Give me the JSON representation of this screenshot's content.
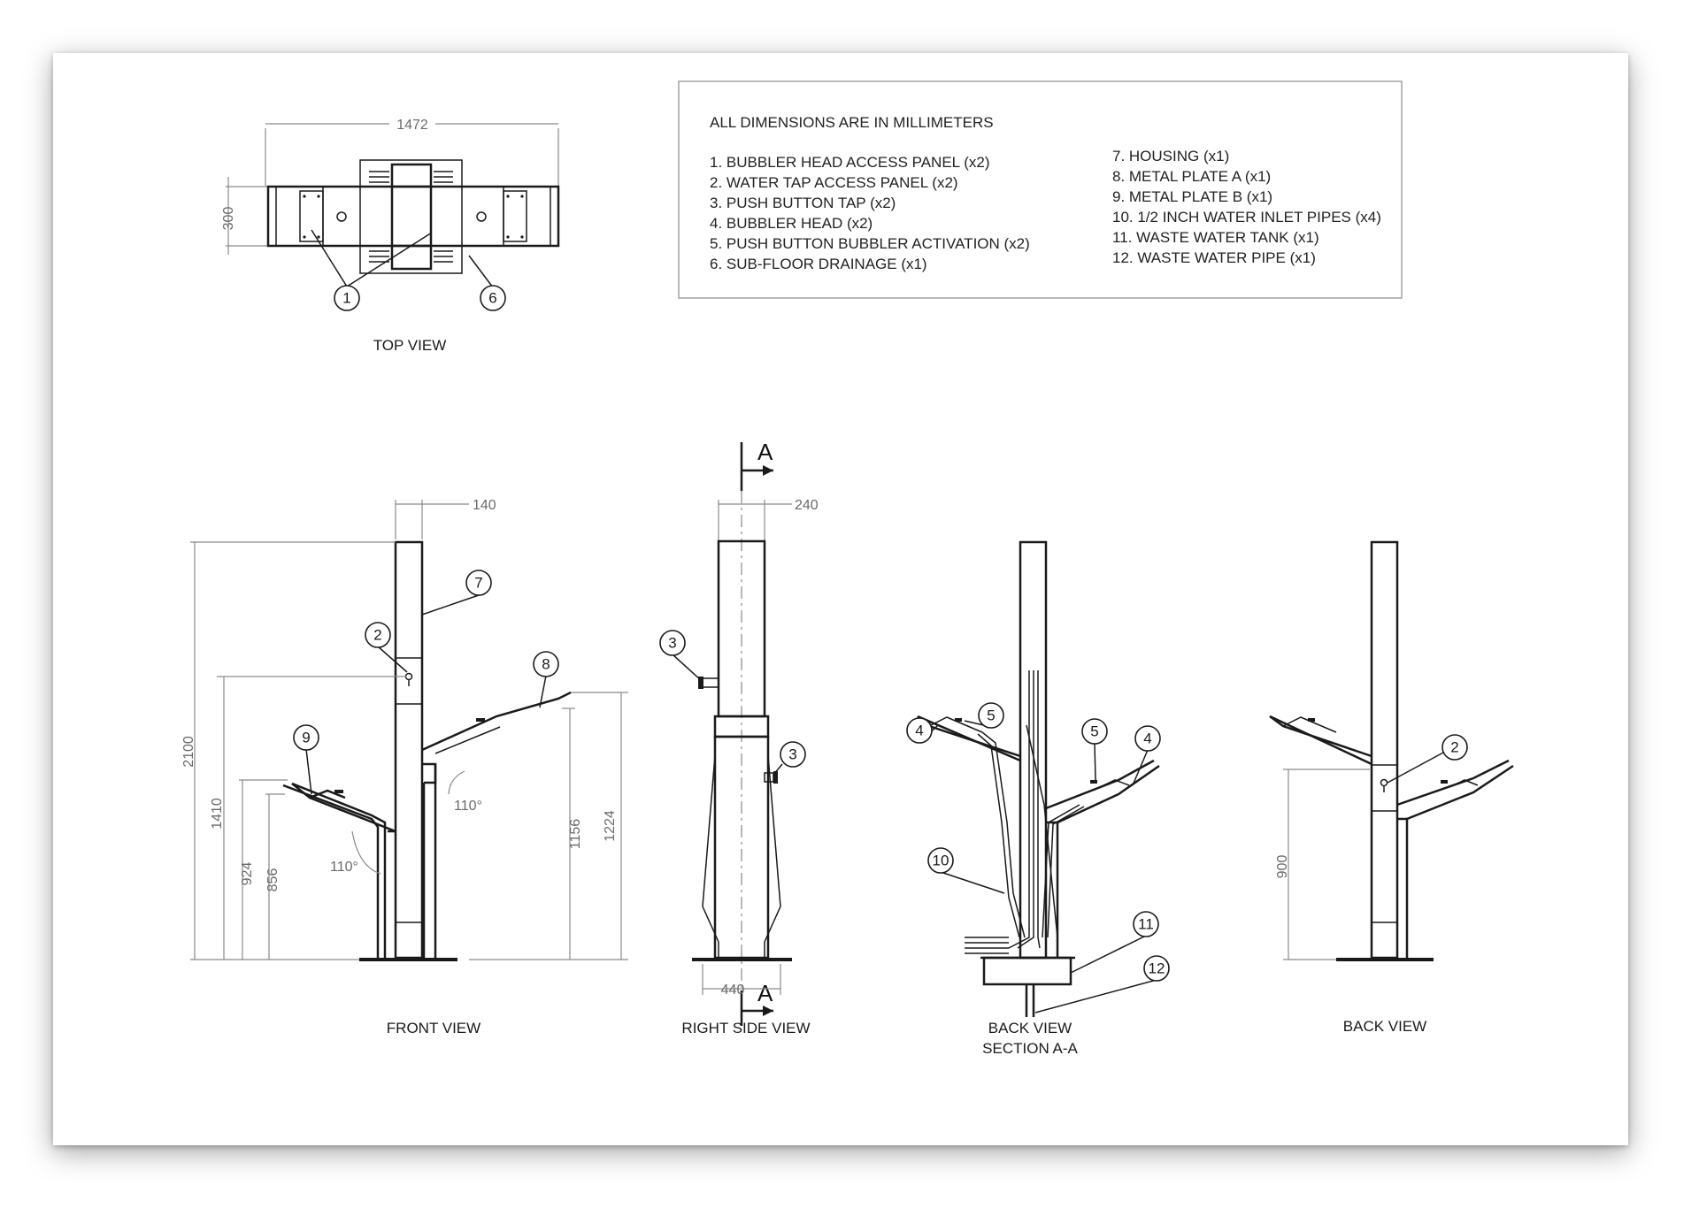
{
  "legend": {
    "heading": "ALL DIMENSIONS ARE IN MILLIMETERS",
    "items_left": [
      "1. BUBBLER HEAD ACCESS PANEL (x2)",
      "2. WATER TAP ACCESS PANEL (x2)",
      "3. PUSH BUTTON TAP (x2)",
      "4. BUBBLER HEAD (x2)",
      "5. PUSH BUTTON BUBBLER ACTIVATION (x2)",
      "6. SUB-FLOOR DRAINAGE (x1)"
    ],
    "items_right": [
      "7. HOUSING (x1)",
      "8. METAL PLATE A (x1)",
      "9. METAL PLATE B (x1)",
      "10. 1/2 INCH WATER INLET PIPES (x4)",
      "11. WASTE WATER TANK (x1)",
      "12. WASTE WATER PIPE (x1)"
    ]
  },
  "views": {
    "top": "TOP VIEW",
    "front": "FRONT VIEW",
    "right": "RIGHT SIDE VIEW",
    "section_1": "BACK VIEW",
    "section_2": "SECTION A-A",
    "back": "BACK VIEW"
  },
  "section_marker": "A",
  "dimensions": {
    "top_width": "1472",
    "top_depth": "300",
    "front_col": "140",
    "front_h_total": "2100",
    "front_h_1410": "1410",
    "front_h_924": "924",
    "front_h_856": "856",
    "front_h_1156": "1156",
    "front_h_1224": "1224",
    "angle_right": "110°",
    "angle_left": "110°",
    "side_col": "240",
    "side_base": "440",
    "back_h": "900"
  },
  "callouts": {
    "c1": "1",
    "c6": "6",
    "f7": "7",
    "f2": "2",
    "f8": "8",
    "f9": "9",
    "s3a": "3",
    "s3b": "3",
    "b4a": "4",
    "b5a": "5",
    "b5b": "5",
    "b4b": "4",
    "b10": "10",
    "b11": "11",
    "b12": "12",
    "r2": "2"
  }
}
